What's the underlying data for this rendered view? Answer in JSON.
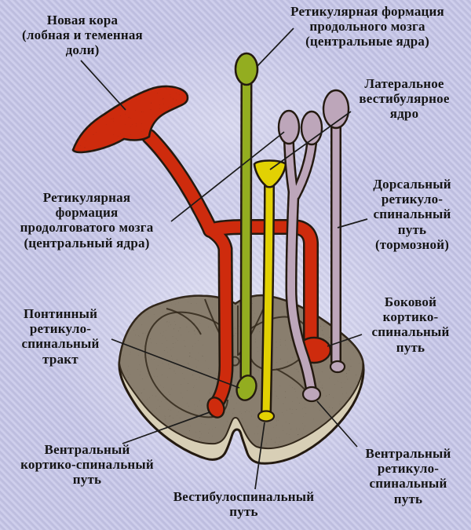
{
  "labels": {
    "neocortex": "Новая кора\n(лобная и теменная\nдоли)",
    "reticular_formation_top": "Ретикулярная формация\nпродольного мозга\n(центральные ядра)",
    "lateral_vestibular_nucleus": "Латеральное\nвестибулярное\nядро",
    "reticular_formation_medulla": "Ретикулярная\nформация\nпродолговатого мозга\n(центральный ядра)",
    "dorsal_reticulospinal": "Дорсальный\nретикуло-\nспинальный\nпуть\n(тормозной)",
    "pontine_reticulospinal": "Понтинный\nретикуло-\nспинальный\nтракт",
    "lateral_corticospinal": "Боковой\nкортико-\nспинальный\nпуть",
    "ventral_corticospinal": "Вентральный\nкортико-спинальный\nпуть",
    "vestibulospinal": "Вестибулоспинальный\nпуть",
    "ventral_reticulospinal": "Вентральный\nретикуло-\nспинальный\nпуть"
  },
  "colors": {
    "background": "#c2c2e2",
    "stripe_highlight": "#cfcfec",
    "tract_red": "#ce2b0d",
    "tract_green": "#93ad20",
    "tract_yellow": "#e2d103",
    "tract_lavender": "#bda6ba",
    "cord_surface": "#897e6e",
    "cord_rim": "#d8cfb6",
    "outline_dark": "#241a10",
    "text": "#141414",
    "connector": "#1b1b1b"
  },
  "pathway_colors": {
    "corticospinal": "#ce2b0d",
    "pontine_reticulospinal": "#93ad20",
    "vestibulospinal": "#e2d103",
    "reticulospinal": "#bda6ba"
  }
}
